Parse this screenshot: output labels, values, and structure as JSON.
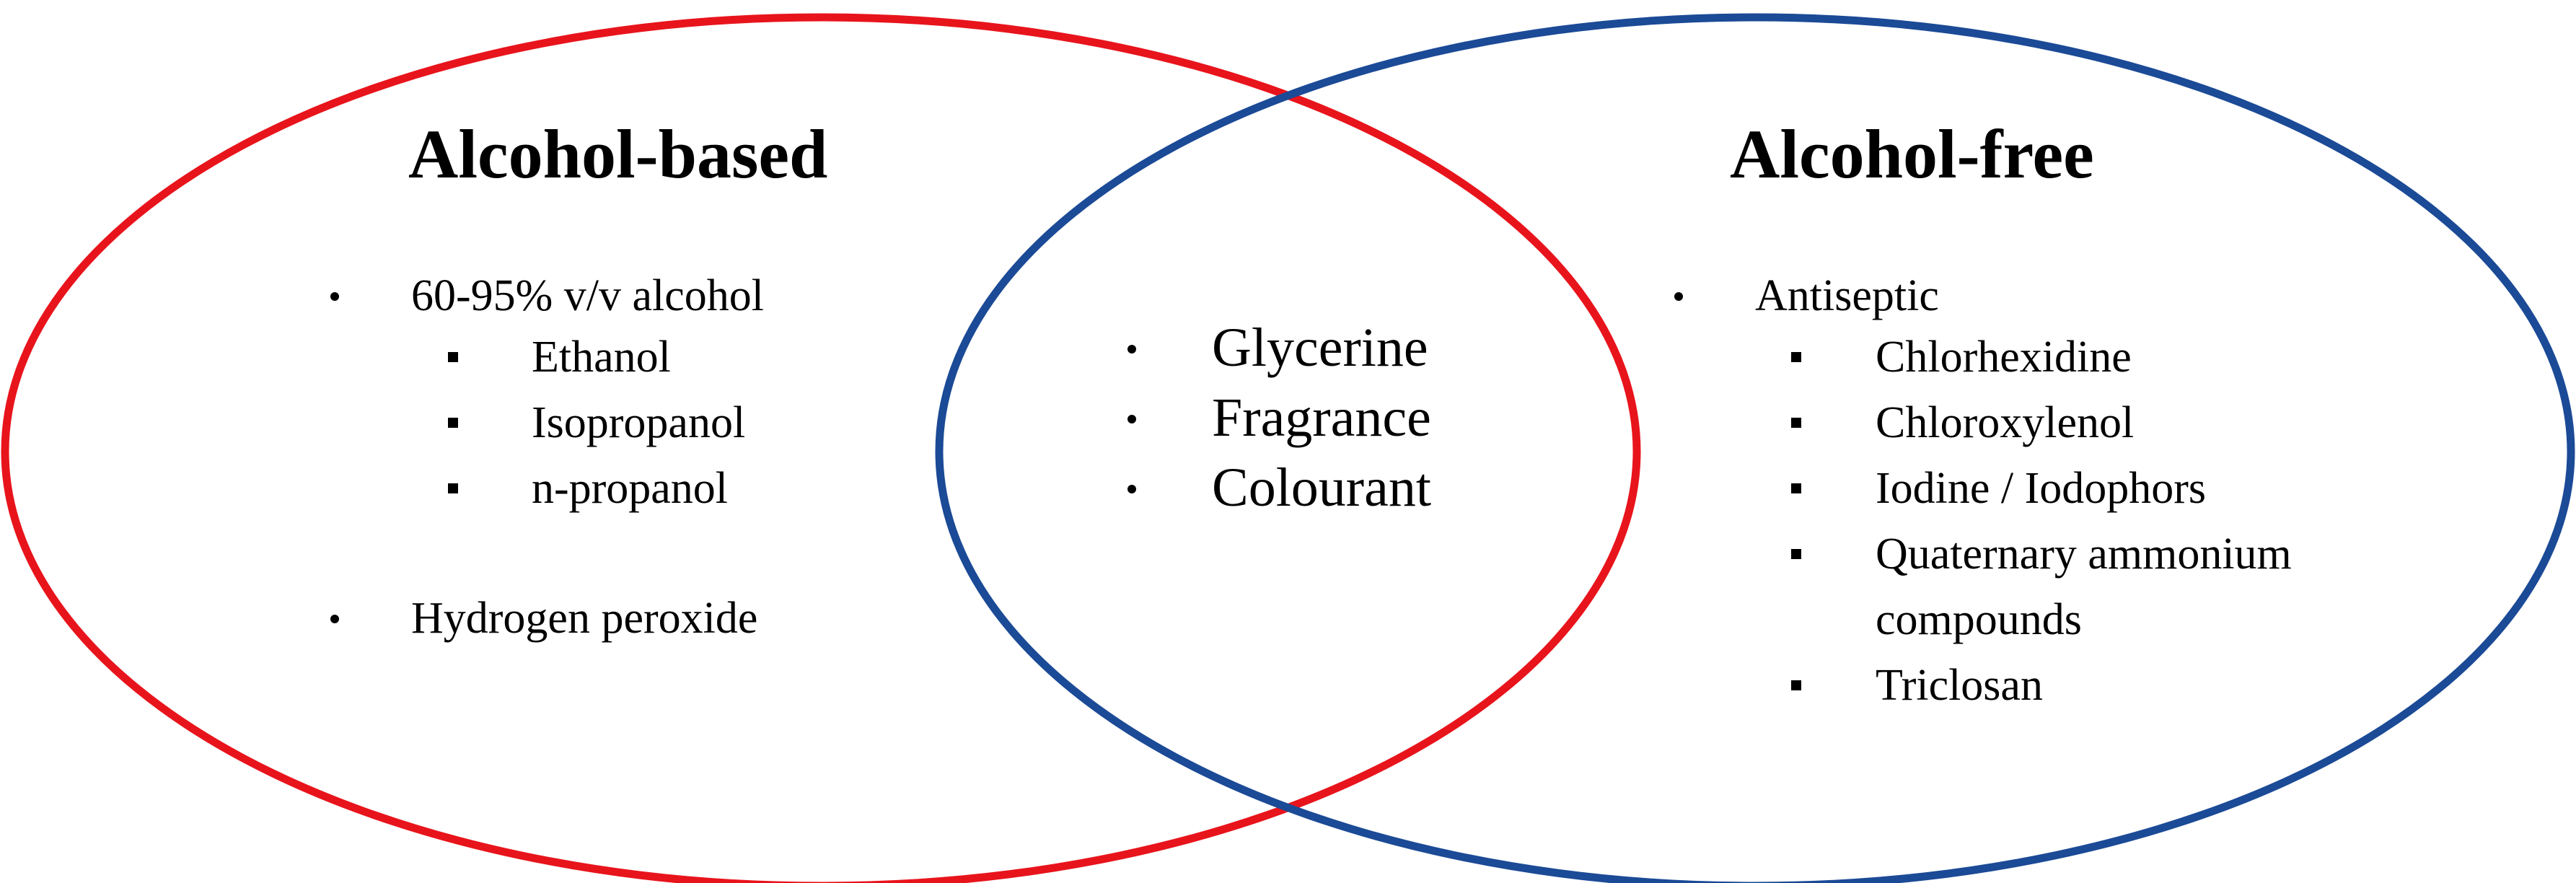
{
  "diagram": {
    "colors": {
      "left_circle": "#e8141c",
      "right_circle": "#1b4a96",
      "text": "#000000"
    },
    "left": {
      "title": "Alcohol-based",
      "items": [
        {
          "label": "60-95% v/v alcohol",
          "subitems": [
            "Ethanol",
            "Isopropanol",
            "n-propanol"
          ]
        },
        {
          "label": "Hydrogen peroxide",
          "subitems": []
        }
      ]
    },
    "center": {
      "items": [
        "Glycerine",
        "Fragrance",
        "Colourant"
      ]
    },
    "right": {
      "title": "Alcohol-free",
      "items": [
        {
          "label": "Antiseptic",
          "subitems": [
            "Chlorhexidine",
            "Chloroxylenol",
            "Iodine / Iodophors",
            "Quaternary ammonium",
            "compounds",
            "Triclosan"
          ]
        }
      ]
    }
  }
}
